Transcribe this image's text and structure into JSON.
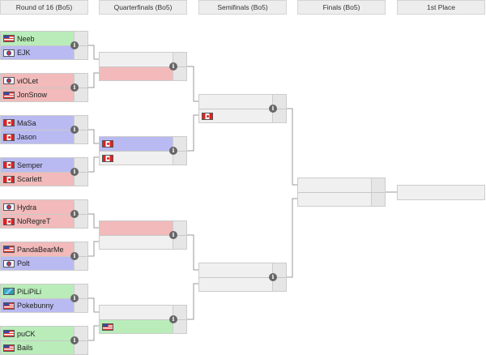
{
  "headers": [
    "Round of 16 (Bo5)",
    "Quarterfinals (Bo5)",
    "Semifinals (Bo5)",
    "Finals (Bo5)",
    "1st Place"
  ],
  "info_icon": "i",
  "rounds": [
    [
      [
        {
          "name": "Neeb",
          "flag": "us",
          "color": "green"
        },
        {
          "name": "EJK",
          "flag": "kr",
          "color": "blue"
        }
      ],
      [
        {
          "name": "viOLet",
          "flag": "kr",
          "color": "red"
        },
        {
          "name": "JonSnow",
          "flag": "us",
          "color": "red"
        }
      ],
      [
        {
          "name": "MaSa",
          "flag": "ca",
          "color": "blue"
        },
        {
          "name": "Jason",
          "flag": "ca",
          "color": "blue"
        }
      ],
      [
        {
          "name": "Semper",
          "flag": "ca",
          "color": "blue"
        },
        {
          "name": "Scarlett",
          "flag": "ca",
          "color": "red"
        }
      ],
      [
        {
          "name": "Hydra",
          "flag": "kr",
          "color": "red"
        },
        {
          "name": "NoRegreT",
          "flag": "ca",
          "color": "red"
        }
      ],
      [
        {
          "name": "PandaBearMe",
          "flag": "us",
          "color": "red"
        },
        {
          "name": "Polt",
          "flag": "kr",
          "color": "blue"
        }
      ],
      [
        {
          "name": "PiLiPiLi",
          "flag": "ar",
          "color": "green"
        },
        {
          "name": "Pokebunny",
          "flag": "us",
          "color": "blue"
        }
      ],
      [
        {
          "name": "puCK",
          "flag": "us",
          "color": "green"
        },
        {
          "name": "Bails",
          "flag": "us",
          "color": "green"
        }
      ]
    ],
    [
      [
        {
          "name": "",
          "flag": "",
          "color": "empty"
        },
        {
          "name": "",
          "flag": "",
          "color": "red"
        }
      ],
      [
        {
          "name": "",
          "flag": "ca",
          "color": "blue"
        },
        {
          "name": "",
          "flag": "ca",
          "color": "empty"
        }
      ],
      [
        {
          "name": "",
          "flag": "",
          "color": "red"
        },
        {
          "name": "",
          "flag": "",
          "color": "empty"
        }
      ],
      [
        {
          "name": "",
          "flag": "",
          "color": "empty"
        },
        {
          "name": "",
          "flag": "us",
          "color": "green"
        }
      ]
    ],
    [
      [
        {
          "name": "",
          "flag": "",
          "color": "empty"
        },
        {
          "name": "",
          "flag": "ca",
          "color": "empty"
        }
      ],
      [
        {
          "name": "",
          "flag": "",
          "color": "empty"
        },
        {
          "name": "",
          "flag": "",
          "color": "empty"
        }
      ]
    ],
    [
      [
        {
          "name": "",
          "flag": "",
          "color": "empty"
        },
        {
          "name": "",
          "flag": "",
          "color": "empty"
        }
      ]
    ]
  ],
  "winner": {
    "name": "",
    "flag": ""
  }
}
